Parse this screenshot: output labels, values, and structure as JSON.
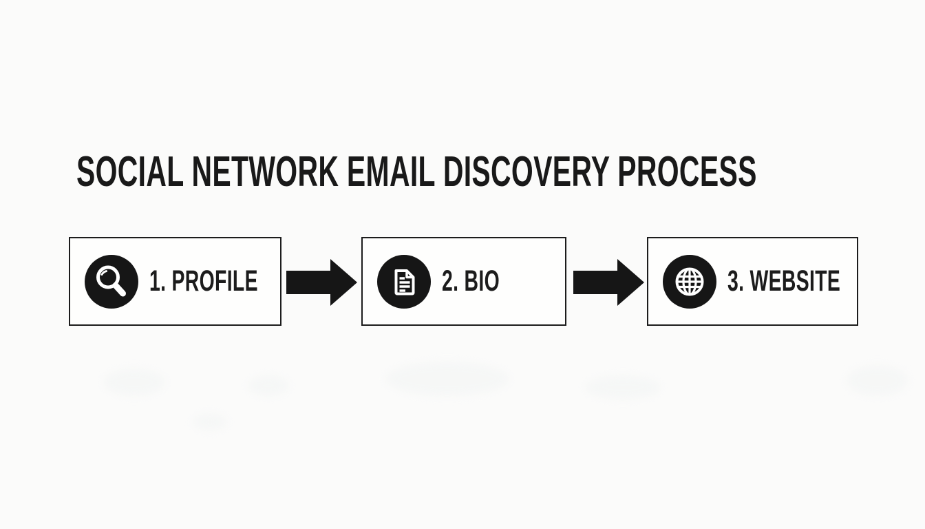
{
  "title": "SOCIAL NETWORK EMAIL DISCOVERY PROCESS",
  "steps": [
    {
      "label": "1. PROFILE",
      "icon": "search-icon"
    },
    {
      "label": "2. BIO",
      "icon": "document-icon"
    },
    {
      "label": "3. WEBSITE",
      "icon": "globe-icon"
    }
  ],
  "connectors": [
    {
      "icon": "arrow-right-icon"
    },
    {
      "icon": "arrow-right-icon"
    }
  ],
  "colors": {
    "ink": "#1a1a1a",
    "background": "#fbfbfa",
    "icon_fill": "#161616",
    "icon_glyph": "#ffffff"
  }
}
